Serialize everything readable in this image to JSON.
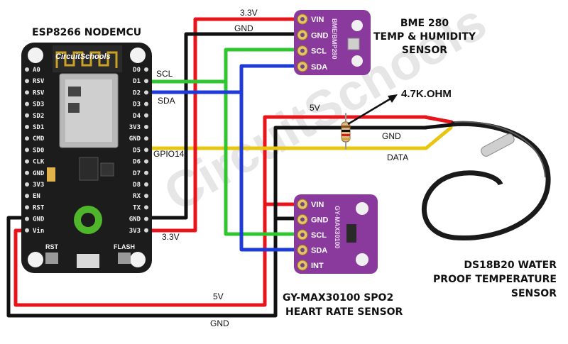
{
  "watermark": "CircuitSchools",
  "esp": {
    "title": "ESP8266 NODEMCU",
    "logo": "CircuitSchools",
    "left_pins": [
      "A0",
      "RSV",
      "RSV",
      "SD3",
      "SD2",
      "SD1",
      "CMD",
      "SD0",
      "CLK",
      "GND",
      "3V3",
      "EN",
      "RST",
      "GND",
      "Vin"
    ],
    "right_pins": [
      "D0",
      "D1",
      "D2",
      "D3",
      "D4",
      "3V3",
      "GND",
      "D5",
      "D6",
      "D7",
      "D8",
      "RX",
      "TX",
      "GND",
      "3V3"
    ],
    "rst_label": "RST",
    "flash_label": "FLASH"
  },
  "bme": {
    "title_lines": [
      "BME 280",
      "TEMP & HUMIDITY",
      "SENSOR"
    ],
    "pins": [
      "VIN",
      "GND",
      "SCL",
      "SDA"
    ],
    "board_text": "BME/BMP280"
  },
  "max": {
    "title_lines": [
      "GY-MAX30100 SPO2",
      "HEART RATE SENSOR"
    ],
    "pins": [
      "VIN",
      "GND",
      "SCL",
      "SDA",
      "INT"
    ],
    "board_text": "GY-MAX30100"
  },
  "ds": {
    "title_lines": [
      "DS18B20 WATER",
      "PROOF TEMPERATURE",
      "SENSOR"
    ]
  },
  "resistor_label": "4.7K.OHM",
  "wire_labels": {
    "bme_vcc": "3.3V",
    "bme_gnd": "GND",
    "scl": "SCL",
    "sda": "SDA",
    "gpio": "GPIO14",
    "esp_3v3": "3.3V",
    "ds_vcc": "5V",
    "ds_gnd": "GND",
    "ds_data": "DATA",
    "bottom_vcc": "5V",
    "bottom_gnd": "GND"
  },
  "colors": {
    "vcc": "#e8141b",
    "gnd": "#111111",
    "scl": "#2fc72f",
    "sda": "#1e3ad8",
    "data": "#e8c60f",
    "module": "#8a3a9c",
    "board": "#1c1c1c"
  }
}
